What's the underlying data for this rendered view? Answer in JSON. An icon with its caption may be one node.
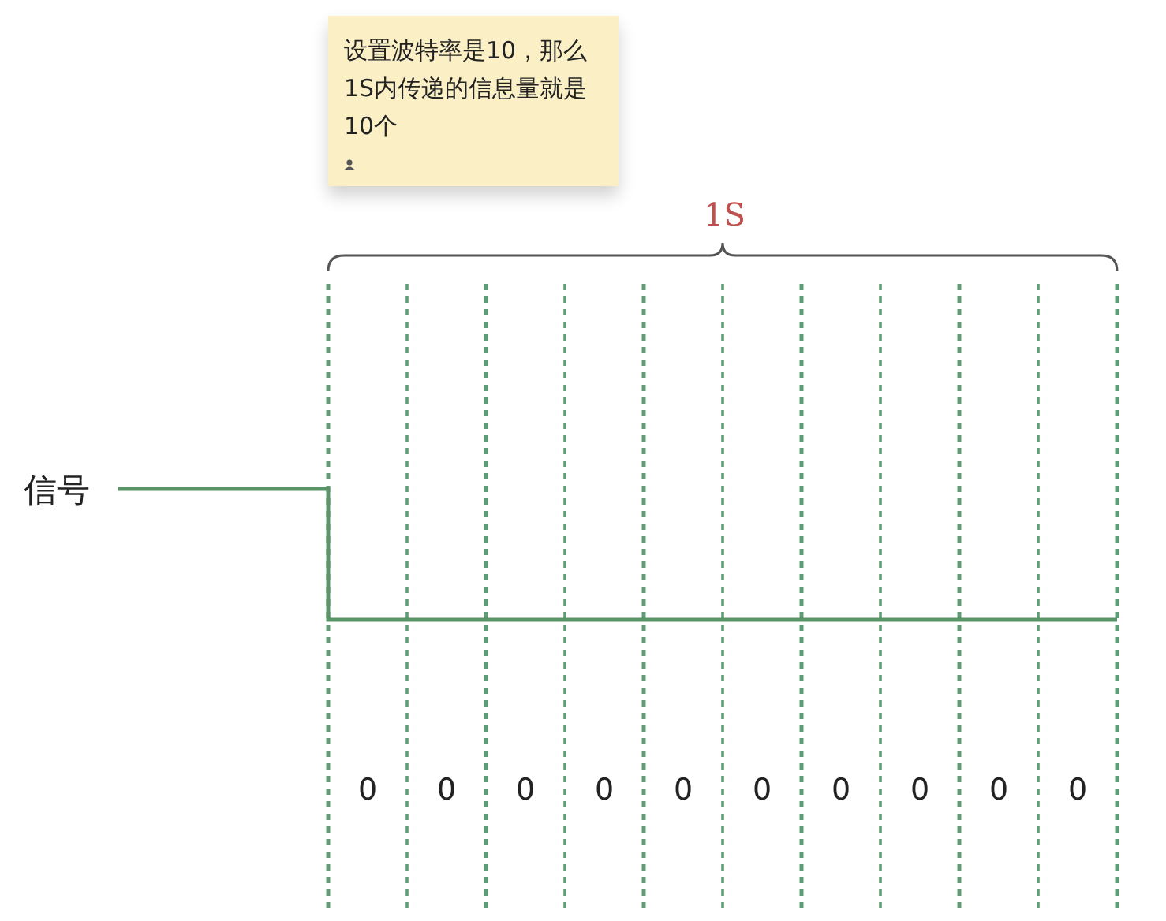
{
  "diagram": {
    "nodes": [
      {
        "text": [
          "设置波特率是10，那么1S内传递的信息量就是10个"
        ]
      }
    ],
    "labels": [
      "1S",
      "信号",
      "0",
      "0",
      "0",
      "0",
      "0",
      "0",
      "0",
      "0",
      "0",
      "0"
    ]
  }
}
